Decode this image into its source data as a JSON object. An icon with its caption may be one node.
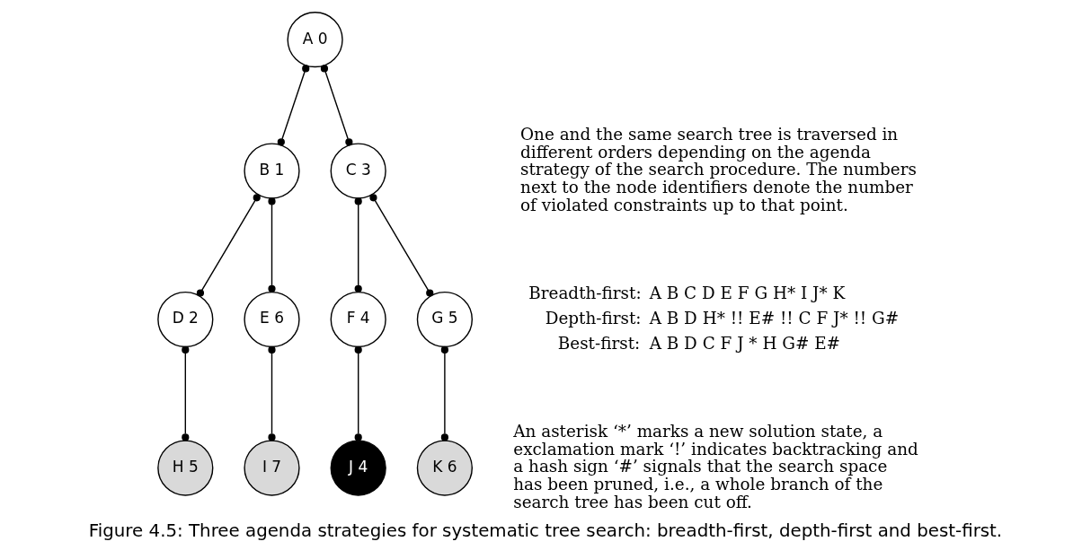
{
  "diagram": {
    "caption": "Figure 4.5: Three agenda strategies for systematic tree search: breadth-first, depth-first and best-first.",
    "nodes": [
      {
        "text": [
          "A 0"
        ]
      },
      {
        "text": [
          "B 1"
        ]
      },
      {
        "text": [
          "C 3"
        ]
      },
      {
        "text": [
          "D 2"
        ]
      },
      {
        "text": [
          "E 6"
        ]
      },
      {
        "text": [
          "F 4"
        ]
      },
      {
        "text": [
          "G 5"
        ]
      },
      {
        "text": [
          "H 5"
        ]
      },
      {
        "text": [
          "I 7"
        ]
      },
      {
        "text": [
          "J 4"
        ]
      },
      {
        "text": [
          "K 6"
        ]
      }
    ],
    "edges": [
      {
        "from": 0,
        "to": 1,
        "arrow": "other"
      },
      {
        "from": 0,
        "to": 2,
        "arrow": "other"
      },
      {
        "from": 1,
        "to": 3,
        "arrow": "other"
      },
      {
        "from": 1,
        "to": 4,
        "arrow": "other"
      },
      {
        "from": 2,
        "to": 5,
        "arrow": "other"
      },
      {
        "from": 2,
        "to": 6,
        "arrow": "other"
      },
      {
        "from": 3,
        "to": 7,
        "arrow": "other"
      },
      {
        "from": 4,
        "to": 8,
        "arrow": "other"
      },
      {
        "from": 5,
        "to": 9,
        "arrow": "other"
      },
      {
        "from": 6,
        "to": 10,
        "arrow": "other"
      }
    ],
    "labels": [
      "One and the same search tree is traversed in different orders depending on the agenda strategy of the search procedure. The numbers next to the node identifiers denote the number of violated constraints up to that point.",
      "Breadth-first:",
      "A B C D E F G H* I J* K",
      "Depth-first:",
      "A B D H* !! E# !! C F J* !! G#",
      "Best-first:",
      "A B D C F J * H G# E#",
      "An asterisk ‘*’ marks a new solution state, a exclamation mark ‘!’ indicates backtracking and a hash sign ‘#’ signals that the search space has been pruned, i.e., a whole branch of the search tree has been cut off."
    ]
  }
}
